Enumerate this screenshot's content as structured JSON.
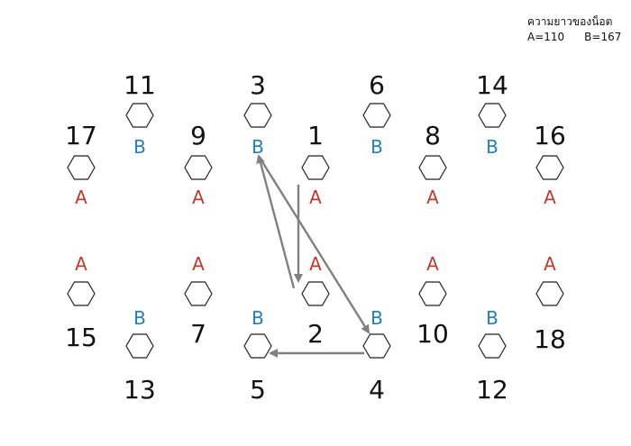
{
  "legend": {
    "title": "ความยาวของน็อต",
    "a_value": "A=110",
    "b_value": "B=167"
  },
  "colors": {
    "number_text": "#111111",
    "hexagon_stroke": "#222222",
    "label_a": "#c0392b",
    "label_b": "#1f7fc0",
    "arrow": "#808080"
  },
  "bolts": [
    {
      "number": "17",
      "type": "A"
    },
    {
      "number": "11",
      "type": "B"
    },
    {
      "number": "9",
      "type": "A"
    },
    {
      "number": "3",
      "type": "B"
    },
    {
      "number": "1",
      "type": "A"
    },
    {
      "number": "6",
      "type": "B"
    },
    {
      "number": "8",
      "type": "A"
    },
    {
      "number": "14",
      "type": "B"
    },
    {
      "number": "16",
      "type": "A"
    },
    {
      "number": "15",
      "type": "A"
    },
    {
      "number": "13",
      "type": "B"
    },
    {
      "number": "7",
      "type": "A"
    },
    {
      "number": "5",
      "type": "B"
    },
    {
      "number": "2",
      "type": "A"
    },
    {
      "number": "4",
      "type": "B"
    },
    {
      "number": "10",
      "type": "A"
    },
    {
      "number": "12",
      "type": "B"
    },
    {
      "number": "18",
      "type": "A"
    }
  ],
  "sequence_arrows": [
    {
      "from": "1",
      "to": "2"
    },
    {
      "from": "2",
      "to": "3"
    },
    {
      "from": "3",
      "to": "4"
    },
    {
      "from": "4",
      "to": "5"
    }
  ]
}
